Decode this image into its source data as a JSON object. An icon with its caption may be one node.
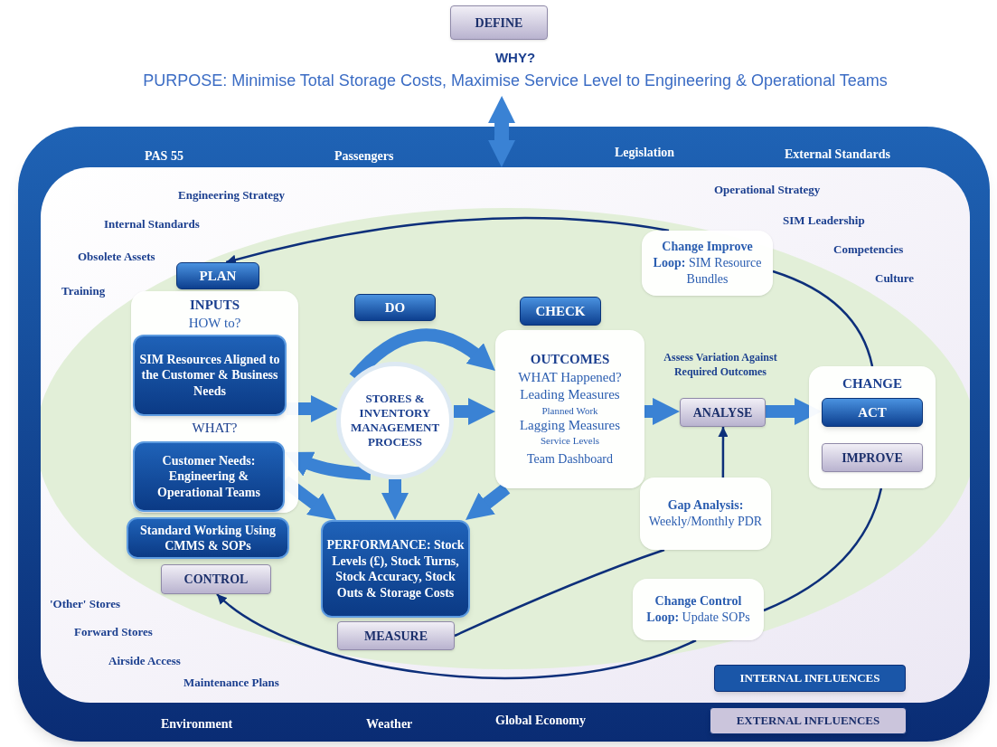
{
  "diagram": {
    "nodes": [
      {
        "text": [
          "DEFINE"
        ]
      },
      {
        "text": [
          "WHY?",
          "PURPOSE: Minimise Total Storage Costs, Maximise Service Level to Engineering & Operational Teams"
        ]
      },
      {
        "text": [],
        "shape": "box"
      },
      {
        "text": [],
        "shape": "box",
        "in": 2
      },
      {
        "text": [
          "PLAN"
        ],
        "in": 3
      },
      {
        "text": [
          "INPUTS",
          "HOW to?",
          "WHAT?"
        ],
        "in": 3
      },
      {
        "text": [
          "SIM Resources Aligned to the Customer & Business Needs"
        ],
        "in": 5
      },
      {
        "text": [
          "Customer Needs: Engineering & Operational Teams"
        ],
        "in": 5
      },
      {
        "text": [
          "Standard Working Using CMMS & SOPs"
        ],
        "in": 3
      },
      {
        "text": [
          "CONTROL"
        ],
        "in": 3
      },
      {
        "text": [
          "DO"
        ],
        "in": 3
      },
      {
        "text": [
          "STORES & INVENTORY MANAGEMENT PROCESS"
        ],
        "in": 3
      },
      {
        "text": [
          "PERFORMANCE: Stock Levels (£), Stock Turns, Stock Accuracy, Stock Outs & Storage Costs"
        ],
        "in": 3
      },
      {
        "text": [
          "MEASURE"
        ],
        "in": 3
      },
      {
        "text": [
          "CHECK"
        ],
        "in": 3
      },
      {
        "text": [
          "OUTCOMES",
          "WHAT Happened?",
          "Leading Measures",
          "Planned Work",
          "Lagging Measures",
          "Service Levels",
          "Team Dashboard"
        ],
        "in": 3
      },
      {
        "text": [
          "ANALYSE"
        ],
        "in": 3
      },
      {
        "text": [
          "**Gap Analysis:** Weekly/Monthly PDR"
        ],
        "in": 3
      },
      {
        "text": [
          "**Change Improve Loop:** SIM Resource Bundles"
        ],
        "in": 3
      },
      {
        "text": [
          "CHANGE"
        ],
        "in": 3
      },
      {
        "text": [
          "ACT"
        ],
        "in": 19
      },
      {
        "text": [
          "IMPROVE"
        ],
        "in": 19
      },
      {
        "text": [
          "**Change Control Loop:** Update SOPs"
        ],
        "in": 3
      }
    ],
    "edges": [
      {
        "from": 1,
        "to": 3,
        "arrow": "both"
      },
      {
        "from": 19,
        "to": 18,
        "arrow": "none",
        "color": "#0d2f7a"
      },
      {
        "from": 18,
        "to": 4,
        "arrow": "to",
        "color": "#0d2f7a"
      },
      {
        "from": 6,
        "to": 11,
        "arrow": "to"
      },
      {
        "from": 11,
        "to": 7,
        "arrow": "to"
      },
      {
        "from": 11,
        "to": 15,
        "arrow": "to"
      },
      {
        "from": 11,
        "to": 15,
        "arrow": "to"
      },
      {
        "from": 7,
        "to": 12,
        "arrow": "to"
      },
      {
        "from": 11,
        "to": 12,
        "arrow": "to"
      },
      {
        "from": 15,
        "to": 12,
        "arrow": "to"
      },
      {
        "from": 15,
        "to": 16,
        "arrow": "to"
      },
      {
        "from": 16,
        "to": 20,
        "arrow": "to"
      },
      {
        "from": 17,
        "to": 16,
        "arrow": "to",
        "color": "#0d2f7a"
      },
      {
        "from": 13,
        "to": 17,
        "arrow": "none",
        "color": "#0d2f7a"
      },
      {
        "from": 19,
        "to": 22,
        "arrow": "none",
        "color": "#0d2f7a"
      },
      {
        "from": 22,
        "to": 9,
        "arrow": "to",
        "color": "#0d2f7a"
      }
    ],
    "labels": [
      "PAS 55",
      "Passengers",
      "Legislation",
      "External Standards",
      "Engineering Strategy",
      "Operational Strategy",
      "Internal Standards",
      "SIM Leadership",
      "Obsolete Assets",
      "Competencies",
      "Culture",
      "Training",
      "Assess Variation Against Required Outcomes",
      "'Other' Stores",
      "Forward Stores",
      "Airside Access",
      "Maintenance Plans",
      "Environment",
      "Weather",
      "Global Economy"
    ],
    "legend": [
      {
        "text": "INTERNAL INFLUENCES",
        "color": "#1a56a8"
      },
      {
        "text": "EXTERNAL INFLUENCES",
        "color": "#cbc5dc"
      }
    ]
  }
}
